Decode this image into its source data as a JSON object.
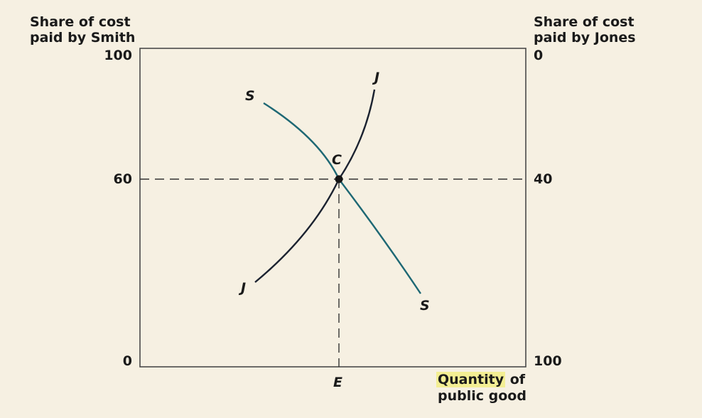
{
  "left_axis": {
    "title_line1": "Share of cost",
    "title_line2": "paid by Smith",
    "ticks": [
      "100",
      "60",
      "0"
    ]
  },
  "right_axis": {
    "title_line1": "Share of cost",
    "title_line2": "paid by Jones",
    "ticks": [
      "0",
      "40",
      "100"
    ]
  },
  "x_axis": {
    "label_highlighted": "Quantity",
    "label_rest": " of",
    "label_line2": "public good",
    "point_label": "E"
  },
  "curves": {
    "smith": {
      "label": "S"
    },
    "jones": {
      "label": "J"
    }
  },
  "equilibrium": {
    "label": "C",
    "smith_share": 60,
    "jones_share": 40
  },
  "colors": {
    "smith_curve": "#1e6874",
    "jones_curve": "#1b2230",
    "axis": "#4a4a4a"
  }
}
